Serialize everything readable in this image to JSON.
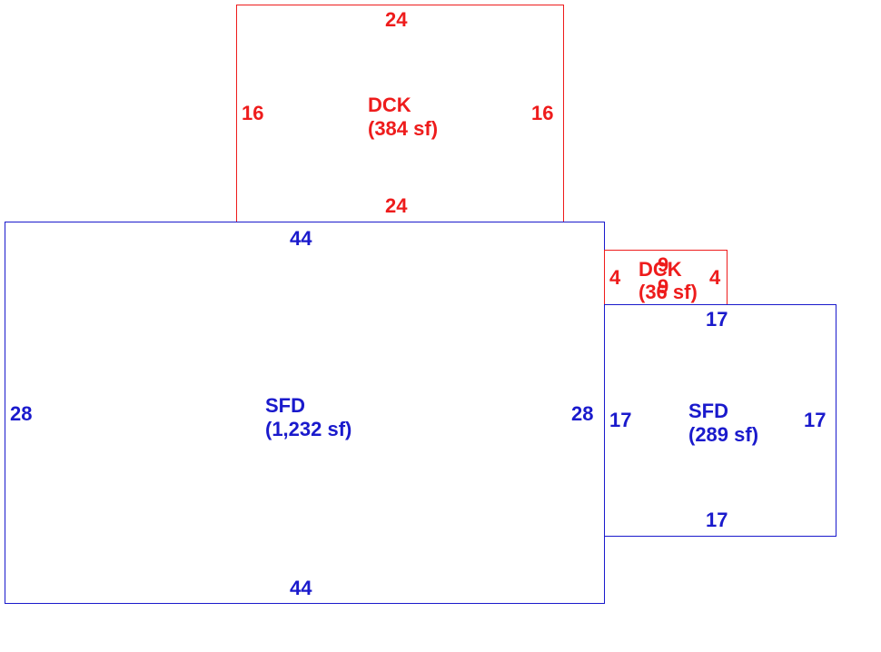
{
  "colors": {
    "deck": "#ee1c1c",
    "sfd": "#1a1acc",
    "background": "#ffffff"
  },
  "areas": {
    "dck_large": {
      "code": "DCK",
      "area": "(384 sf)",
      "sides": {
        "top": "24",
        "bottom": "24",
        "left": "16",
        "right": "16"
      }
    },
    "sfd_large": {
      "code": "SFD",
      "area": "(1,232 sf)",
      "sides": {
        "top": "44",
        "bottom": "44",
        "left": "28",
        "right": "28"
      }
    },
    "dck_small": {
      "code": "DCK",
      "area": "(36 sf)",
      "sides": {
        "top": "9",
        "bottom": "9",
        "left": "4",
        "right": "4"
      }
    },
    "sfd_small": {
      "code": "SFD",
      "area": "(289 sf)",
      "sides": {
        "top": "17",
        "bottom": "17",
        "left": "17",
        "right": "17"
      }
    }
  }
}
